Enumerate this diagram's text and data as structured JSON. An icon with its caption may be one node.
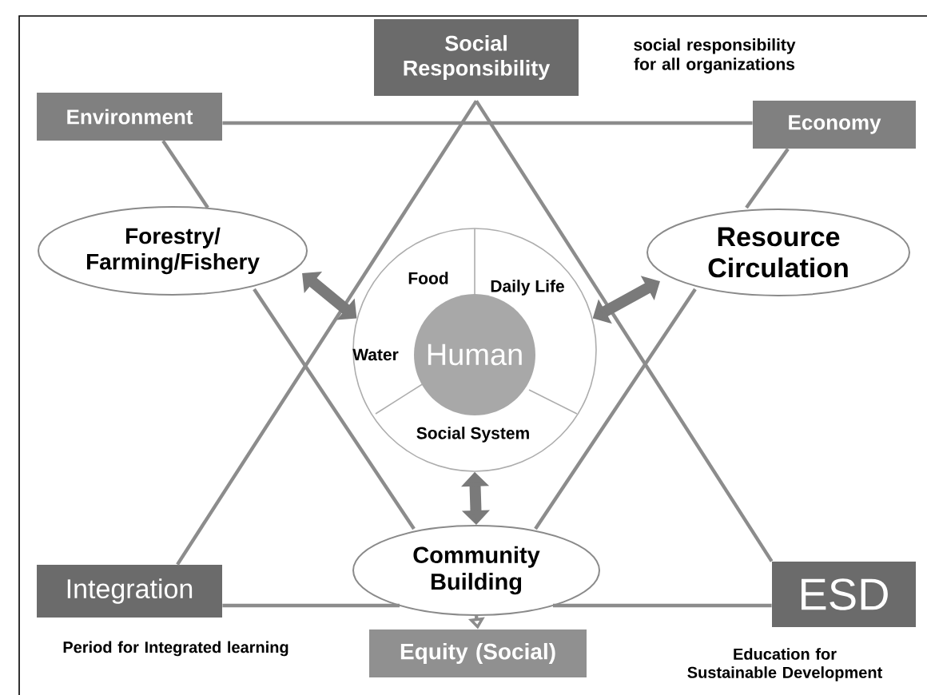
{
  "diagram": {
    "nodes": [
      {
        "text": [
          "Social Responsibility"
        ]
      },
      {
        "text": [
          "Environment"
        ]
      },
      {
        "text": [
          "Economy"
        ]
      },
      {
        "text": [
          "Forestry/ Farming/Fishery"
        ]
      },
      {
        "text": [
          "Resource Circulation"
        ]
      },
      {
        "text": [
          "Food",
          "Daily Life",
          "Water",
          "Social System"
        ]
      },
      {
        "text": [
          "Human"
        ],
        "in": 5
      },
      {
        "text": [
          "Community Building"
        ]
      },
      {
        "text": [
          "Integration"
        ],
        "beside": [
          "Period for Integrated learning"
        ]
      },
      {
        "text": [
          "ESD"
        ],
        "beside": [
          "Education for Sustainable Development"
        ]
      },
      {
        "text": [
          "Equity (Social)"
        ]
      }
    ],
    "edges": [
      {
        "from": 0,
        "to": 8,
        "arrow": "none"
      },
      {
        "from": 0,
        "to": 9,
        "arrow": "none"
      },
      {
        "from": 8,
        "to": 7,
        "arrow": "none"
      },
      {
        "from": 7,
        "to": 9,
        "arrow": "none"
      },
      {
        "from": 1,
        "to": 2,
        "arrow": "none"
      },
      {
        "from": 1,
        "to": 3,
        "arrow": "none"
      },
      {
        "from": 3,
        "to": 7,
        "arrow": "none"
      },
      {
        "from": 2,
        "to": 4,
        "arrow": "none"
      },
      {
        "from": 4,
        "to": 7,
        "arrow": "none"
      },
      {
        "from": 7,
        "to": 10,
        "arrow": "to"
      },
      {
        "from": 3,
        "to": 5,
        "arrow": "both",
        "style": "thick",
        "color": "#7a7a7a"
      },
      {
        "from": 4,
        "to": 5,
        "arrow": "both",
        "style": "thick",
        "color": "#7a7a7a"
      },
      {
        "from": 5,
        "to": 7,
        "arrow": "both",
        "style": "thick",
        "color": "#7a7a7a"
      }
    ],
    "labels": [
      "social responsibility for all organizations"
    ]
  }
}
